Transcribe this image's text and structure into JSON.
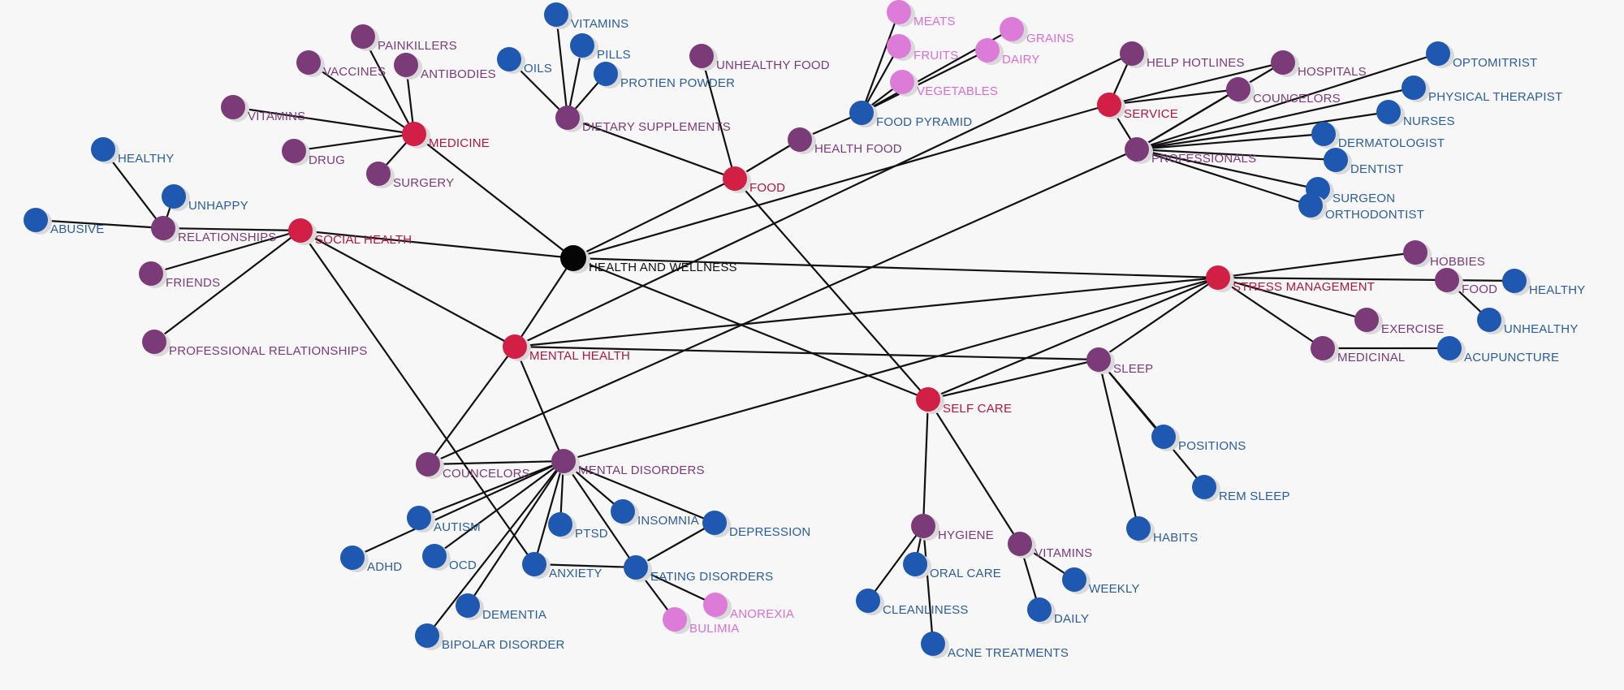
{
  "colors": {
    "background": "#f7f7f7",
    "edge": "#111111",
    "root": "#050505",
    "category": "#d11f46",
    "subtopic": "#7a3b78",
    "leaf": "#1e58b0",
    "food-item": "#dd7bd8"
  },
  "label_colors": {
    "root": "#111111",
    "category": "#b0173e",
    "subtopic": "#7a3b78",
    "leaf": "#2b5d9a",
    "food-item": "#d86fd3"
  },
  "graph": {
    "nodes": [
      {
        "id": "health_wellness",
        "label": "HEALTH AND WELLNESS",
        "type": "root"
      },
      {
        "id": "medicine",
        "label": "MEDICINE",
        "type": "category"
      },
      {
        "id": "food",
        "label": "FOOD",
        "type": "category"
      },
      {
        "id": "social_health",
        "label": "SOCIAL HEALTH",
        "type": "category"
      },
      {
        "id": "mental_health",
        "label": "MENTAL HEALTH",
        "type": "category"
      },
      {
        "id": "service",
        "label": "SERVICE",
        "type": "category"
      },
      {
        "id": "stress_management",
        "label": "STRESS MANAGEMENT",
        "type": "category"
      },
      {
        "id": "self_care",
        "label": "SELF CARE",
        "type": "category"
      },
      {
        "id": "painkillers",
        "label": "PAINKILLERS",
        "type": "subtopic"
      },
      {
        "id": "vaccines",
        "label": "VACCINES",
        "type": "subtopic"
      },
      {
        "id": "antibodies",
        "label": "ANTIBODIES",
        "type": "subtopic"
      },
      {
        "id": "vitamins_med",
        "label": "VITAMINS",
        "type": "subtopic"
      },
      {
        "id": "drug",
        "label": "DRUG",
        "type": "subtopic"
      },
      {
        "id": "surgery",
        "label": "SURGERY",
        "type": "subtopic"
      },
      {
        "id": "dietary_supplements",
        "label": "DIETARY SUPPLEMENTS",
        "type": "subtopic"
      },
      {
        "id": "unhealthy_food",
        "label": "UNHEALTHY FOOD",
        "type": "subtopic"
      },
      {
        "id": "health_food",
        "label": "HEALTH FOOD",
        "type": "subtopic"
      },
      {
        "id": "relationships",
        "label": "RELATIONSHIPS",
        "type": "subtopic"
      },
      {
        "id": "friends",
        "label": "FRIENDS",
        "type": "subtopic"
      },
      {
        "id": "professional_relationships",
        "label": "PROFESSIONAL RELATIONSHIPS",
        "type": "subtopic"
      },
      {
        "id": "help_hotlines",
        "label": "HELP HOTLINES",
        "type": "subtopic"
      },
      {
        "id": "hospitals",
        "label": "HOSPITALS",
        "type": "subtopic"
      },
      {
        "id": "councelors_service",
        "label": "COUNCELORS",
        "type": "subtopic"
      },
      {
        "id": "professionals",
        "label": "PROFESSIONALS",
        "type": "subtopic"
      },
      {
        "id": "hobbies",
        "label": "HOBBIES",
        "type": "subtopic"
      },
      {
        "id": "food_stress",
        "label": "FOOD",
        "type": "subtopic"
      },
      {
        "id": "exercise",
        "label": "EXERCISE",
        "type": "subtopic"
      },
      {
        "id": "medicinal",
        "label": "MEDICINAL",
        "type": "subtopic"
      },
      {
        "id": "sleep",
        "label": "SLEEP",
        "type": "subtopic"
      },
      {
        "id": "councelors_mental",
        "label": "COUNCELORS",
        "type": "subtopic"
      },
      {
        "id": "mental_disorders",
        "label": "MENTAL DISORDERS",
        "type": "subtopic"
      },
      {
        "id": "hygiene",
        "label": "HYGIENE",
        "type": "subtopic"
      },
      {
        "id": "vitamins_selfcare",
        "label": "VITAMINS",
        "type": "subtopic"
      },
      {
        "id": "vitamins_supp",
        "label": "VITAMINS",
        "type": "leaf"
      },
      {
        "id": "pills",
        "label": "PILLS",
        "type": "leaf"
      },
      {
        "id": "oils",
        "label": "OILS",
        "type": "leaf"
      },
      {
        "id": "protien_powder",
        "label": "PROTIEN POWDER",
        "type": "leaf"
      },
      {
        "id": "food_pyramid",
        "label": "FOOD PYRAMID",
        "type": "leaf"
      },
      {
        "id": "healthy_rel",
        "label": "HEALTHY",
        "type": "leaf"
      },
      {
        "id": "unhappy",
        "label": "UNHAPPY",
        "type": "leaf"
      },
      {
        "id": "abusive",
        "label": "ABUSIVE",
        "type": "leaf"
      },
      {
        "id": "optomitrist",
        "label": "OPTOMITRIST",
        "type": "leaf"
      },
      {
        "id": "physical_therapist",
        "label": "PHYSICAL THERAPIST",
        "type": "leaf"
      },
      {
        "id": "nurses",
        "label": "NURSES",
        "type": "leaf"
      },
      {
        "id": "dermatologist",
        "label": "DERMATOLOGIST",
        "type": "leaf"
      },
      {
        "id": "dentist",
        "label": "DENTIST",
        "type": "leaf"
      },
      {
        "id": "surgeon",
        "label": "SURGEON",
        "type": "leaf"
      },
      {
        "id": "orthodontist",
        "label": "ORTHODONTIST",
        "type": "leaf"
      },
      {
        "id": "healthy_food",
        "label": "HEALTHY",
        "type": "leaf"
      },
      {
        "id": "unhealthy_stress",
        "label": "UNHEALTHY",
        "type": "leaf"
      },
      {
        "id": "acupuncture",
        "label": "ACUPUNCTURE",
        "type": "leaf"
      },
      {
        "id": "positions",
        "label": "POSITIONS",
        "type": "leaf"
      },
      {
        "id": "rem_sleep",
        "label": "REM SLEEP",
        "type": "leaf"
      },
      {
        "id": "habits",
        "label": "HABITS",
        "type": "leaf"
      },
      {
        "id": "autism",
        "label": "AUTISM",
        "type": "leaf"
      },
      {
        "id": "adhd",
        "label": "ADHD",
        "type": "leaf"
      },
      {
        "id": "ocd",
        "label": "OCD",
        "type": "leaf"
      },
      {
        "id": "ptsd",
        "label": "PTSD",
        "type": "leaf"
      },
      {
        "id": "insomnia",
        "label": "INSOMNIA",
        "type": "leaf"
      },
      {
        "id": "depression",
        "label": "DEPRESSION",
        "type": "leaf"
      },
      {
        "id": "anxiety",
        "label": "ANXIETY",
        "type": "leaf"
      },
      {
        "id": "eating_disorders",
        "label": "EATING DISORDERS",
        "type": "leaf"
      },
      {
        "id": "dementia",
        "label": "DEMENTIA",
        "type": "leaf"
      },
      {
        "id": "bipolar_disorder",
        "label": "BIPOLAR DISORDER",
        "type": "leaf"
      },
      {
        "id": "oral_care",
        "label": "ORAL CARE",
        "type": "leaf"
      },
      {
        "id": "cleanliness",
        "label": "CLEANLINESS",
        "type": "leaf"
      },
      {
        "id": "acne_treatments",
        "label": "ACNE TREATMENTS",
        "type": "leaf"
      },
      {
        "id": "weekly",
        "label": "WEEKLY",
        "type": "leaf"
      },
      {
        "id": "daily",
        "label": "DAILY",
        "type": "leaf"
      },
      {
        "id": "meats",
        "label": "MEATS",
        "type": "food-item"
      },
      {
        "id": "fruits",
        "label": "FRUITS",
        "type": "food-item"
      },
      {
        "id": "grains",
        "label": "GRAINS",
        "type": "food-item"
      },
      {
        "id": "dairy",
        "label": "DAIRY",
        "type": "food-item"
      },
      {
        "id": "vegetables",
        "label": "VEGETABLES",
        "type": "food-item"
      },
      {
        "id": "anorexia",
        "label": "ANOREXIA",
        "type": "food-item"
      },
      {
        "id": "bulimia",
        "label": "BULIMIA",
        "type": "food-item"
      }
    ],
    "edges": [
      [
        "health_wellness",
        "medicine"
      ],
      [
        "health_wellness",
        "food"
      ],
      [
        "health_wellness",
        "social_health"
      ],
      [
        "health_wellness",
        "mental_health"
      ],
      [
        "health_wellness",
        "stress_management"
      ],
      [
        "health_wellness",
        "self_care"
      ],
      [
        "health_wellness",
        "service"
      ],
      [
        "medicine",
        "painkillers"
      ],
      [
        "medicine",
        "vaccines"
      ],
      [
        "medicine",
        "antibodies"
      ],
      [
        "medicine",
        "vitamins_med"
      ],
      [
        "medicine",
        "drug"
      ],
      [
        "medicine",
        "surgery"
      ],
      [
        "food",
        "dietary_supplements"
      ],
      [
        "food",
        "unhealthy_food"
      ],
      [
        "food",
        "health_food"
      ],
      [
        "food",
        "self_care"
      ],
      [
        "dietary_supplements",
        "vitamins_supp"
      ],
      [
        "dietary_supplements",
        "pills"
      ],
      [
        "dietary_supplements",
        "oils"
      ],
      [
        "dietary_supplements",
        "protien_powder"
      ],
      [
        "health_food",
        "food_pyramid"
      ],
      [
        "food_pyramid",
        "meats"
      ],
      [
        "food_pyramid",
        "fruits"
      ],
      [
        "food_pyramid",
        "grains"
      ],
      [
        "food_pyramid",
        "dairy"
      ],
      [
        "food_pyramid",
        "vegetables"
      ],
      [
        "social_health",
        "relationships"
      ],
      [
        "social_health",
        "friends"
      ],
      [
        "social_health",
        "professional_relationships"
      ],
      [
        "social_health",
        "mental_health"
      ],
      [
        "social_health",
        "anxiety"
      ],
      [
        "relationships",
        "healthy_rel"
      ],
      [
        "relationships",
        "unhappy"
      ],
      [
        "relationships",
        "abusive"
      ],
      [
        "service",
        "help_hotlines"
      ],
      [
        "service",
        "hospitals"
      ],
      [
        "service",
        "councelors_service"
      ],
      [
        "service",
        "professionals"
      ],
      [
        "professionals",
        "hospitals"
      ],
      [
        "professionals",
        "councelors_service"
      ],
      [
        "professionals",
        "optomitrist"
      ],
      [
        "professionals",
        "physical_therapist"
      ],
      [
        "professionals",
        "nurses"
      ],
      [
        "professionals",
        "dermatologist"
      ],
      [
        "professionals",
        "dentist"
      ],
      [
        "professionals",
        "surgeon"
      ],
      [
        "professionals",
        "orthodontist"
      ],
      [
        "mental_health",
        "help_hotlines"
      ],
      [
        "mental_health",
        "stress_management"
      ],
      [
        "mental_health",
        "sleep"
      ],
      [
        "mental_health",
        "councelors_mental"
      ],
      [
        "mental_health",
        "mental_disorders"
      ],
      [
        "stress_management",
        "hobbies"
      ],
      [
        "stress_management",
        "food_stress"
      ],
      [
        "stress_management",
        "exercise"
      ],
      [
        "stress_management",
        "medicinal"
      ],
      [
        "stress_management",
        "sleep"
      ],
      [
        "stress_management",
        "self_care"
      ],
      [
        "stress_management",
        "mental_disorders"
      ],
      [
        "food_stress",
        "healthy_food"
      ],
      [
        "food_stress",
        "unhealthy_stress"
      ],
      [
        "medicinal",
        "acupuncture"
      ],
      [
        "self_care",
        "sleep"
      ],
      [
        "self_care",
        "hygiene"
      ],
      [
        "self_care",
        "vitamins_selfcare"
      ],
      [
        "sleep",
        "positions"
      ],
      [
        "sleep",
        "rem_sleep"
      ],
      [
        "sleep",
        "habits"
      ],
      [
        "councelors_mental",
        "professionals"
      ],
      [
        "councelors_mental",
        "mental_disorders"
      ],
      [
        "mental_disorders",
        "autism"
      ],
      [
        "mental_disorders",
        "adhd"
      ],
      [
        "mental_disorders",
        "ocd"
      ],
      [
        "mental_disorders",
        "ptsd"
      ],
      [
        "mental_disorders",
        "insomnia"
      ],
      [
        "mental_disorders",
        "depression"
      ],
      [
        "mental_disorders",
        "anxiety"
      ],
      [
        "mental_disorders",
        "eating_disorders"
      ],
      [
        "mental_disorders",
        "dementia"
      ],
      [
        "mental_disorders",
        "bipolar_disorder"
      ],
      [
        "eating_disorders",
        "anxiety"
      ],
      [
        "eating_disorders",
        "depression"
      ],
      [
        "eating_disorders",
        "anorexia"
      ],
      [
        "eating_disorders",
        "bulimia"
      ],
      [
        "hygiene",
        "oral_care"
      ],
      [
        "hygiene",
        "cleanliness"
      ],
      [
        "hygiene",
        "acne_treatments"
      ],
      [
        "vitamins_selfcare",
        "weekly"
      ],
      [
        "vitamins_selfcare",
        "daily"
      ]
    ]
  }
}
